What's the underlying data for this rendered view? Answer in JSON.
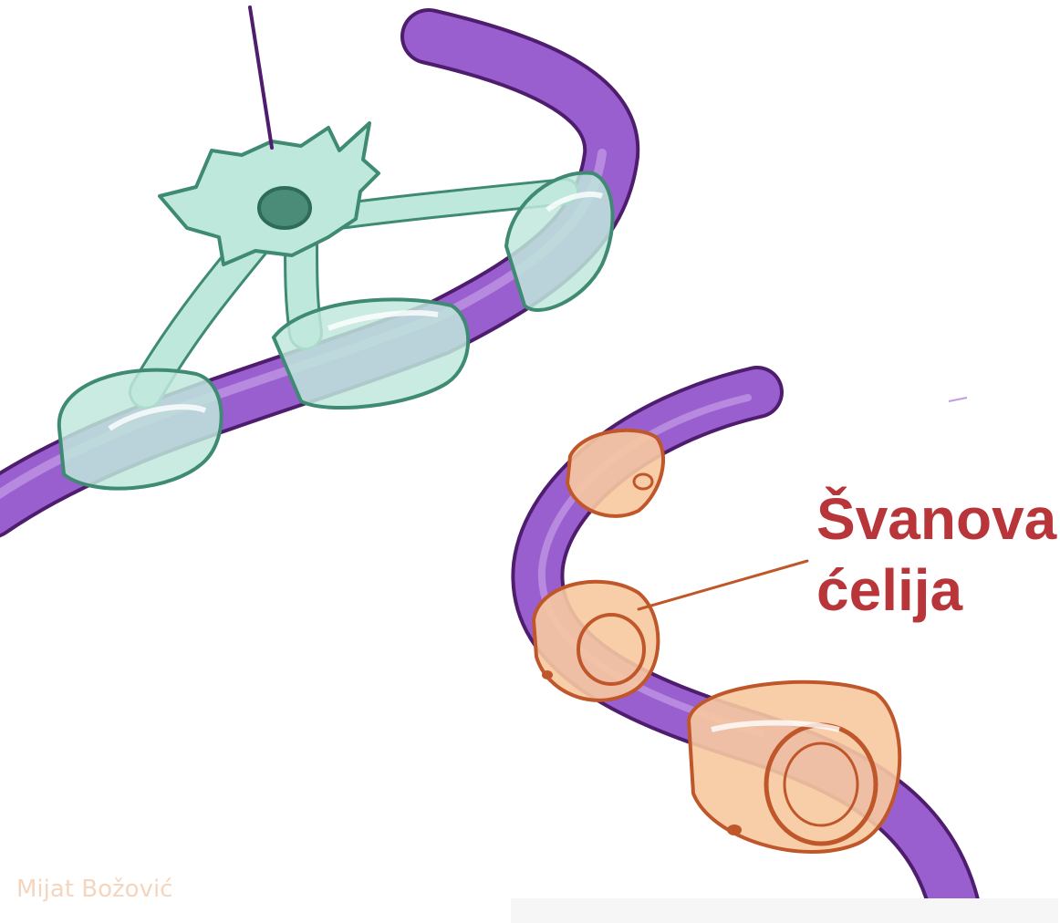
{
  "labels": {
    "schwann_line1": "Švanova",
    "schwann_line2": "ćelija",
    "signature": "Mijat Božović"
  },
  "colors": {
    "axon": "#9a5fcf",
    "axon_outline": "#4f1d6e",
    "oligodendrocyte_fill": "#bfe8dc",
    "oligodendrocyte_outline": "#3f8a73",
    "nucleus": "#4a8c78",
    "schwann_fill": "#f7c9a0",
    "schwann_outline": "#c0572a",
    "label_color": "#b8353a",
    "signature_color": "#f4d6bf"
  },
  "figure": {
    "left_structure": "oligodendrocyte-myelinating-cns-axon",
    "right_structure": "schwann-cells-myelinating-pns-axon"
  }
}
